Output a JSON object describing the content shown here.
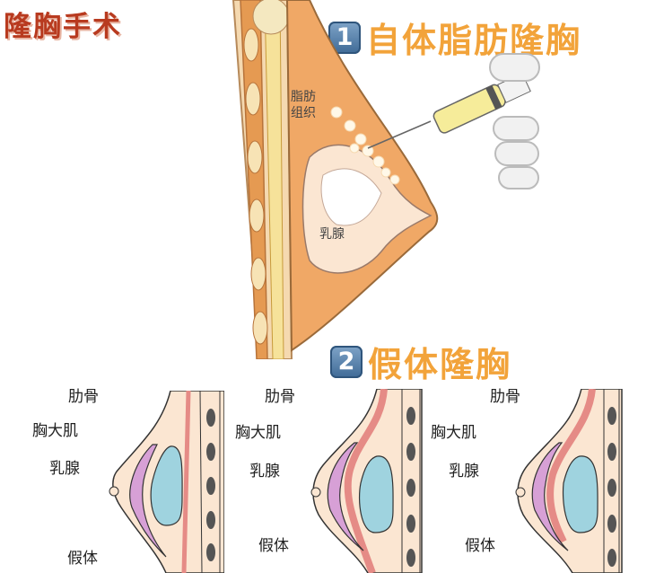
{
  "title": "隆胸手术",
  "section1": {
    "number": "1",
    "title": "自体脂肪隆胸",
    "labels": {
      "fat_tissue_line1": "脂肪",
      "fat_tissue_line2": "组织",
      "mammary_gland": "乳腺"
    }
  },
  "section2": {
    "number": "2",
    "title": "假体隆胸",
    "diagrams": [
      {
        "rib": "肋骨",
        "pectoralis": "胸大肌",
        "gland": "乳腺",
        "implant": "假体"
      },
      {
        "rib": "肋骨",
        "pectoralis": "胸大肌",
        "gland": "乳腺",
        "implant": "假体"
      },
      {
        "rib": "肋骨",
        "pectoralis": "胸大肌",
        "gland": "乳腺",
        "implant": "假体"
      }
    ]
  },
  "colors": {
    "title_red": "#b83a1f",
    "section_orange": "#f2a33a",
    "badge_blue": "#4f7aa6",
    "fat_orange": "#f0a866",
    "skin": "#fbe6d2",
    "muscle_pink": "#e58b86",
    "gland_purple": "#d7a0d6",
    "implant_blue": "#9fd3df"
  }
}
